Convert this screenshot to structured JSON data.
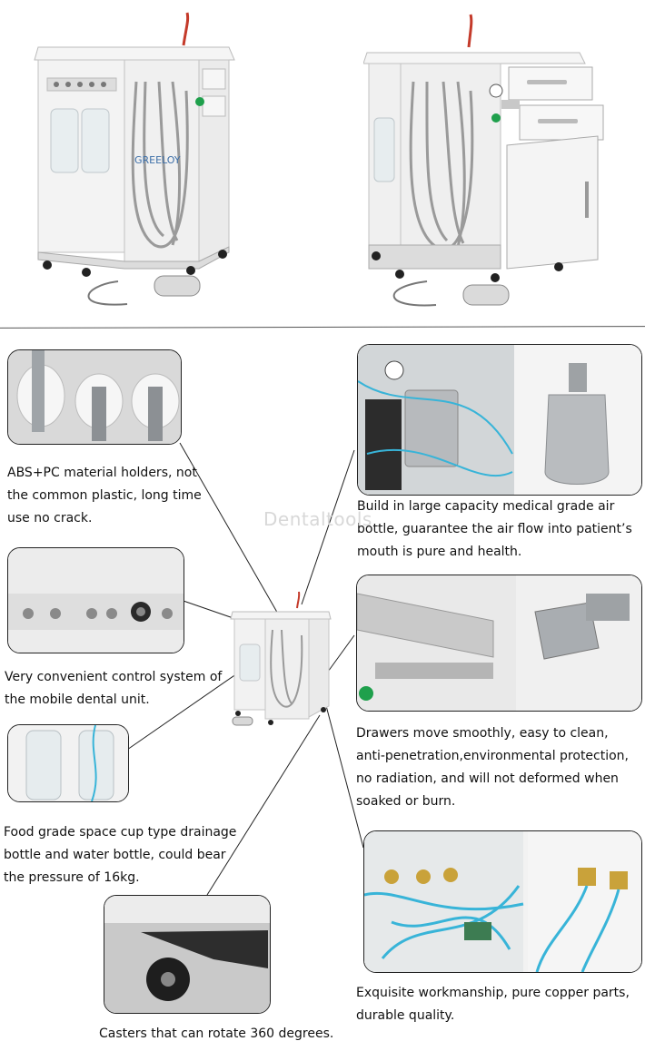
{
  "captions": {
    "holders": "ABS+PC material holders, not the common plastic, long time use no crack.",
    "control": "Very convenient control system of the mobile dental unit.",
    "bottle": "Food grade space cup type drainage bottle and water bottle, could bear the pressure of 16kg.",
    "casters": "Casters that can rotate 360 degrees.",
    "air": "Build in large capacity medical grade air bottle, guarantee the air flow into patient’s mouth is pure and health.",
    "drawers": "Drawers move smoothly, easy to clean, anti-penetration,environmental protection, no radiation, and will not deformed when soaked or burn.",
    "copper": "Exquisite workmanship, pure copper parts, durable quality."
  },
  "brand_label": "GREELOY",
  "watermark": "Dentaltools",
  "colors": {
    "cabinet": "#f2f2f2",
    "hose": "#9a9a9a",
    "tubing": "#38b4d8",
    "metal": "#b9bcbf",
    "brass": "#c9a23a"
  }
}
